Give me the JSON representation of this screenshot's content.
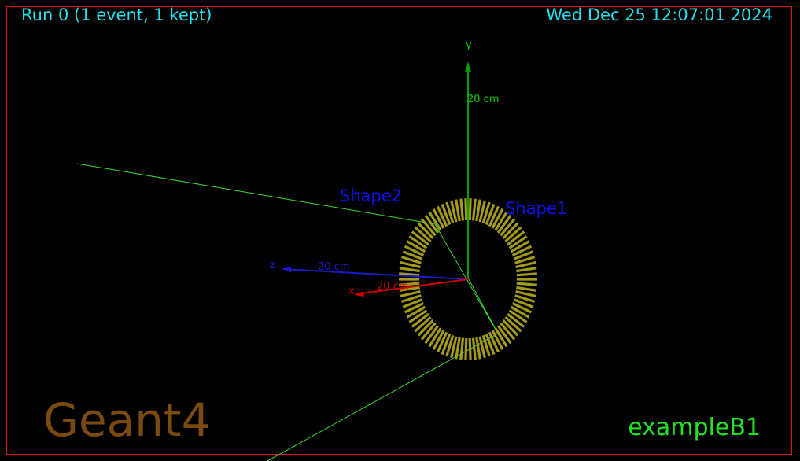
{
  "header": {
    "run_info": "Run 0 (1 event, 1 kept)",
    "date": "Wed Dec 25 12:07:01 2024"
  },
  "footer": {
    "logo_text": "Geant4",
    "example_name": "exampleB1"
  },
  "shapes": {
    "shape1_label": "Shape1",
    "shape2_label": "Shape2"
  },
  "axes": {
    "x": {
      "name": "x",
      "length_label": "20 cm",
      "color": "#cc0000"
    },
    "y": {
      "name": "y",
      "length_label": "20 cm",
      "color": "#00a000"
    },
    "z": {
      "name": "z",
      "length_label": "20 cm",
      "color": "#1a1acc"
    }
  },
  "colors": {
    "frame": "#ee1111",
    "text_info": "#22e0f0",
    "logo": "#7a4a10",
    "example_name": "#22e022",
    "shape_label": "#1010ee",
    "trajectory": "#33dd33",
    "detector": "#a39a1a"
  }
}
